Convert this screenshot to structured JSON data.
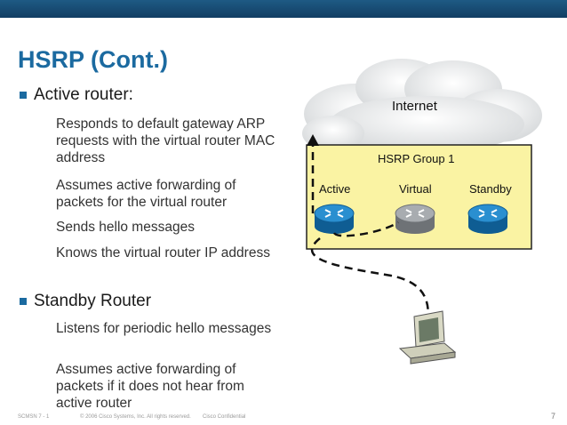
{
  "title": "HSRP (Cont.)",
  "section1": {
    "heading": "Active router:",
    "items": [
      "Responds to default gateway ARP requests with the virtual router MAC address",
      "Assumes active forwarding of packets for the virtual router",
      "Sends hello messages",
      "Knows the virtual router IP address"
    ]
  },
  "section2": {
    "heading": "Standby Router",
    "items": [
      "Listens for periodic hello messages",
      "Assumes active forwarding of packets if it does not hear from active router"
    ]
  },
  "diagram": {
    "cloud_label": "Internet",
    "group_label": "HSRP Group 1",
    "routers": [
      {
        "label": "Active",
        "color": "#1a78b8"
      },
      {
        "label": "Virtual",
        "color": "#8e9296"
      },
      {
        "label": "Standby",
        "color": "#1a78b8"
      }
    ],
    "group_fill": "#faf3a3"
  },
  "footer": {
    "course": "SCMSN 7 - 1",
    "copyright": "© 2006 Cisco Systems, Inc. All rights reserved.",
    "confidential": "Cisco Confidential",
    "page": "7"
  }
}
